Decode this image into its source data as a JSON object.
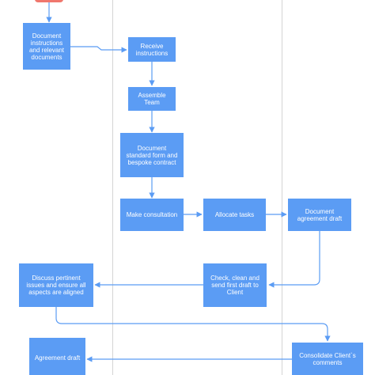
{
  "nodes": {
    "document_instructions": "Document\ninstructions\nand relevant\ndocuments",
    "receive_instructions": "Receive\ninstructions",
    "assemble_team": "Assemble\nTeam",
    "document_standard_form": "Document\nstandard form and\nbespoke contract",
    "make_consultation": "Make consultation",
    "allocate_tasks": "Allocate tasks",
    "document_agreement_draft": "Document\nagreement draft",
    "check_clean_send": "Check, clean and\nsend first draft to\nClient",
    "discuss_pertinent_issues": "Discuss pertinent\nissues and ensure all\naspects are aligned",
    "consolidate_client_comments": "Consolidate Client`s\ncomments",
    "agreement_draft": "Agreement draft"
  },
  "colors": {
    "node_fill": "#5b9cf4",
    "node_text": "#ffffff",
    "start_node": "#f0776d",
    "connector": "#5b9cf4",
    "lane_divider": "#d4d4d4"
  }
}
